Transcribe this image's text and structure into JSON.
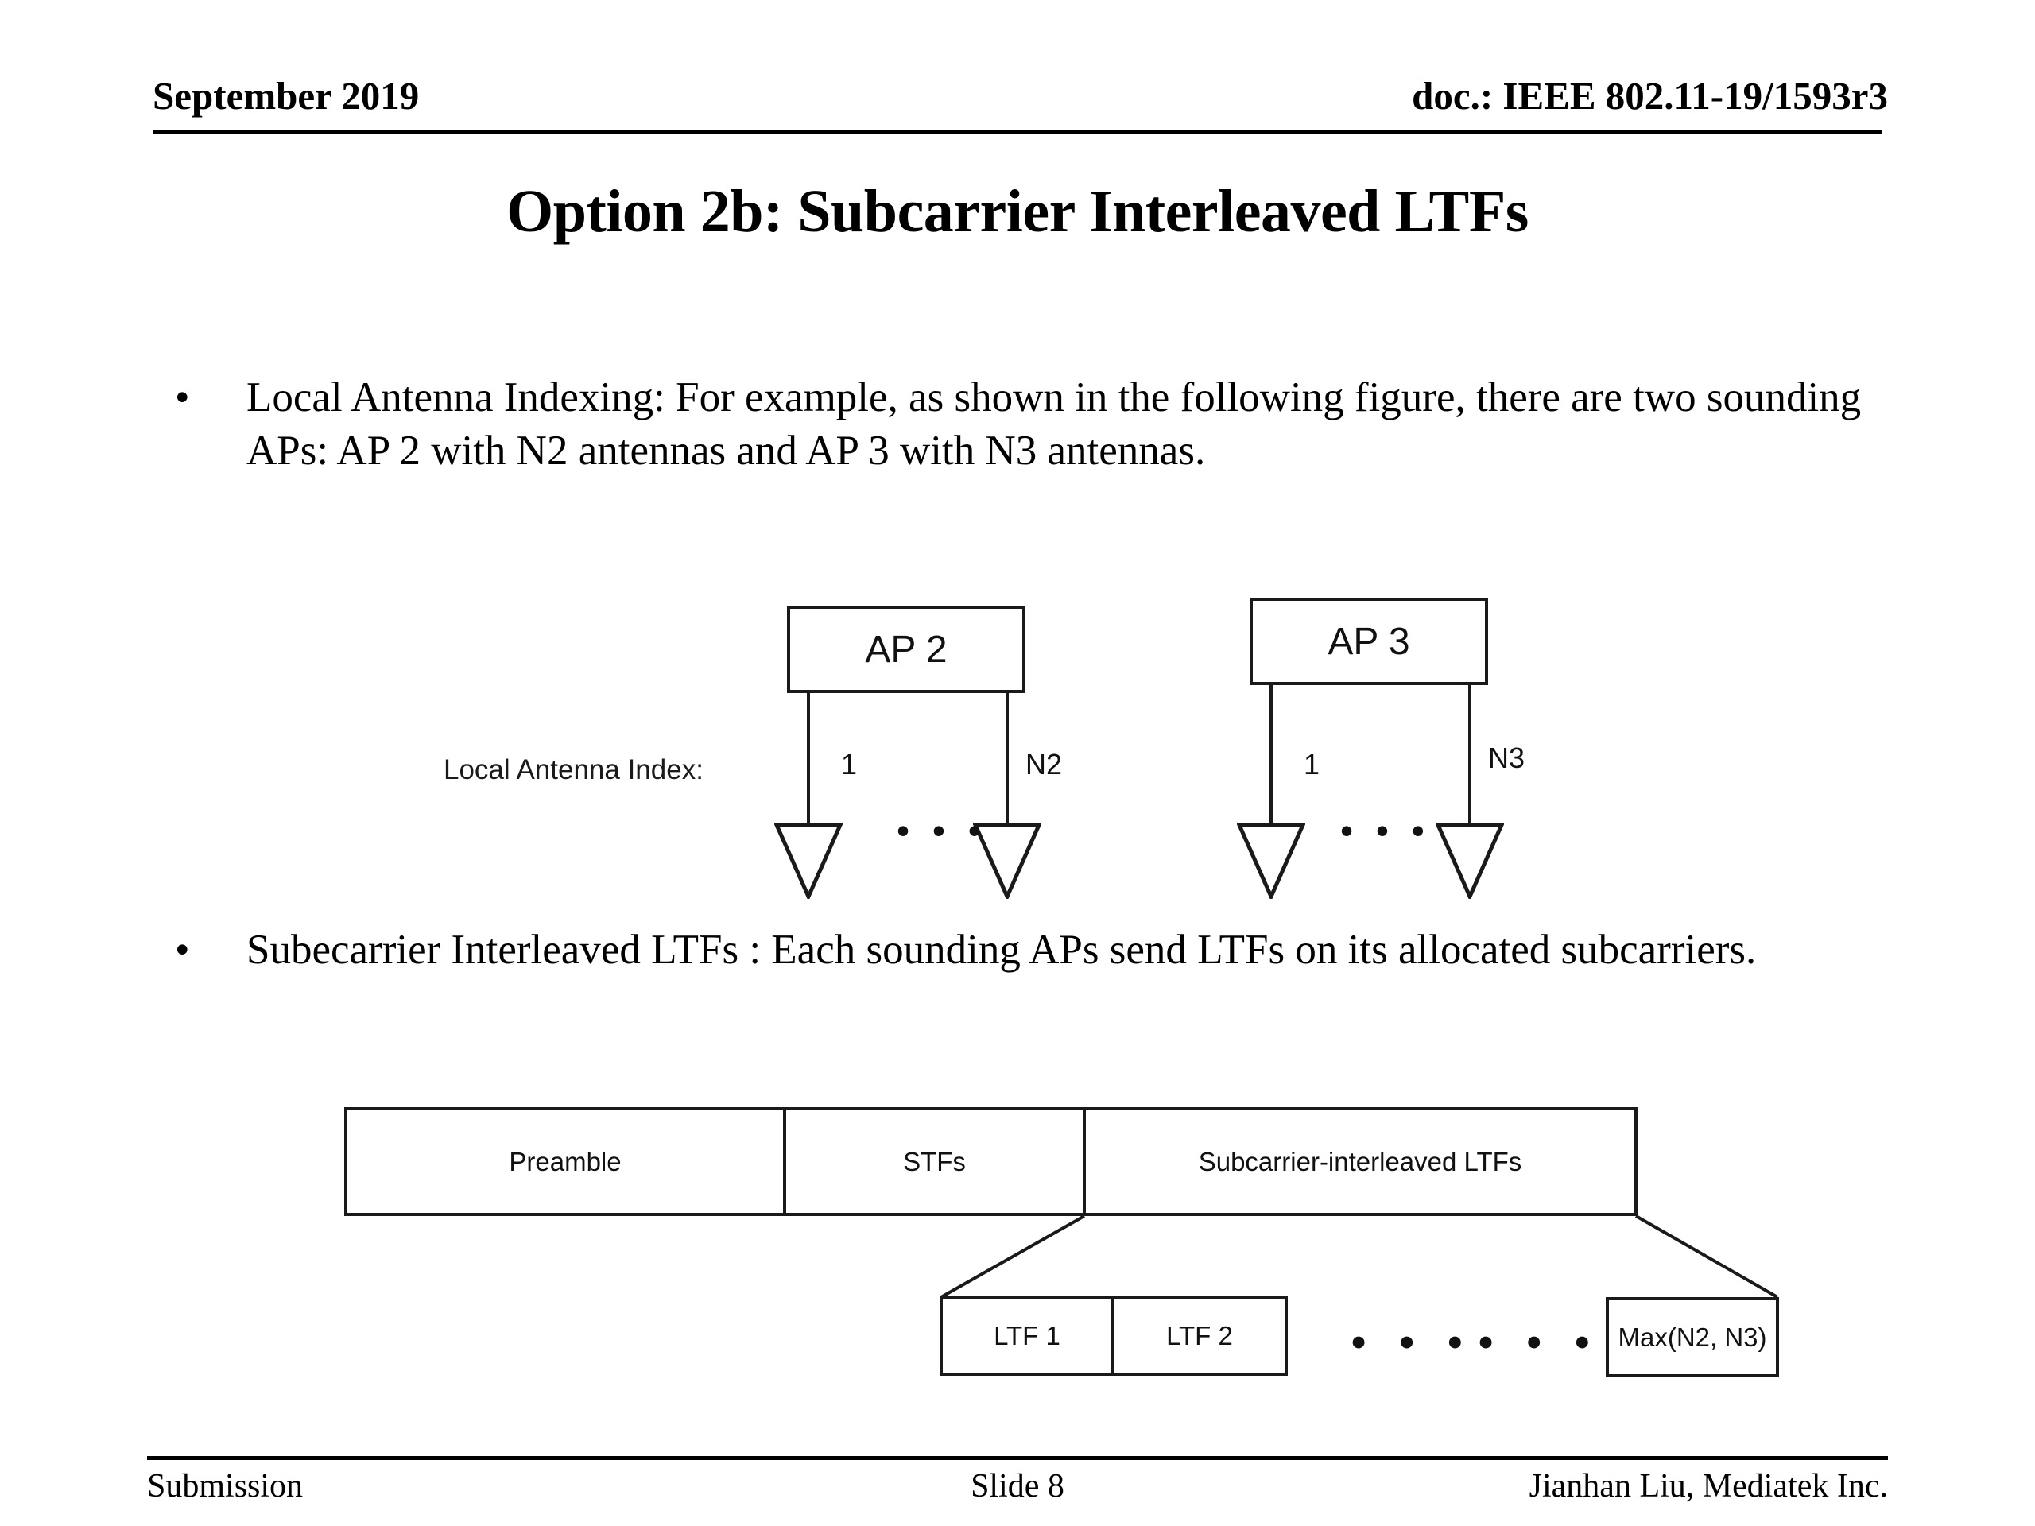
{
  "header": {
    "date": "September 2019",
    "doc": "doc.: IEEE 802.11-19/1593r3"
  },
  "title": "Option 2b: Subcarrier Interleaved LTFs",
  "bullets": [
    {
      "marker": "•",
      "text": "Local Antenna Indexing: For example, as shown in the following figure, there are two  sounding APs: AP 2 with N2 antennas and AP 3 with N3 antennas."
    },
    {
      "marker": "•",
      "text": "Subecarrier Interleaved LTFs : Each sounding APs send LTFs on its allocated subcarriers."
    }
  ],
  "antenna_figure": {
    "index_label": "Local Antenna Index:",
    "ellipsis": "• • •",
    "aps": [
      {
        "name": "AP 2",
        "first_index": "1",
        "last_index": "N2"
      },
      {
        "name": "AP 3",
        "first_index": "1",
        "last_index": "N3"
      }
    ]
  },
  "packet_figure": {
    "fields": [
      {
        "label": "Preamble"
      },
      {
        "label": "STFs"
      },
      {
        "label": "Subcarrier-interleaved LTFs"
      }
    ],
    "ltf_detail": [
      {
        "label": "LTF 1"
      },
      {
        "label": "LTF 2"
      },
      {
        "label": "Max(N2, N3)"
      }
    ],
    "ellipsis_left": "• • •",
    "ellipsis_right": "• • •"
  },
  "footer": {
    "left": "Submission",
    "center": "Slide 8",
    "right": "Jianhan Liu, Mediatek Inc."
  },
  "colors": {
    "ink": "#000000",
    "line": "#1a1a1a",
    "page": "#ffffff"
  }
}
